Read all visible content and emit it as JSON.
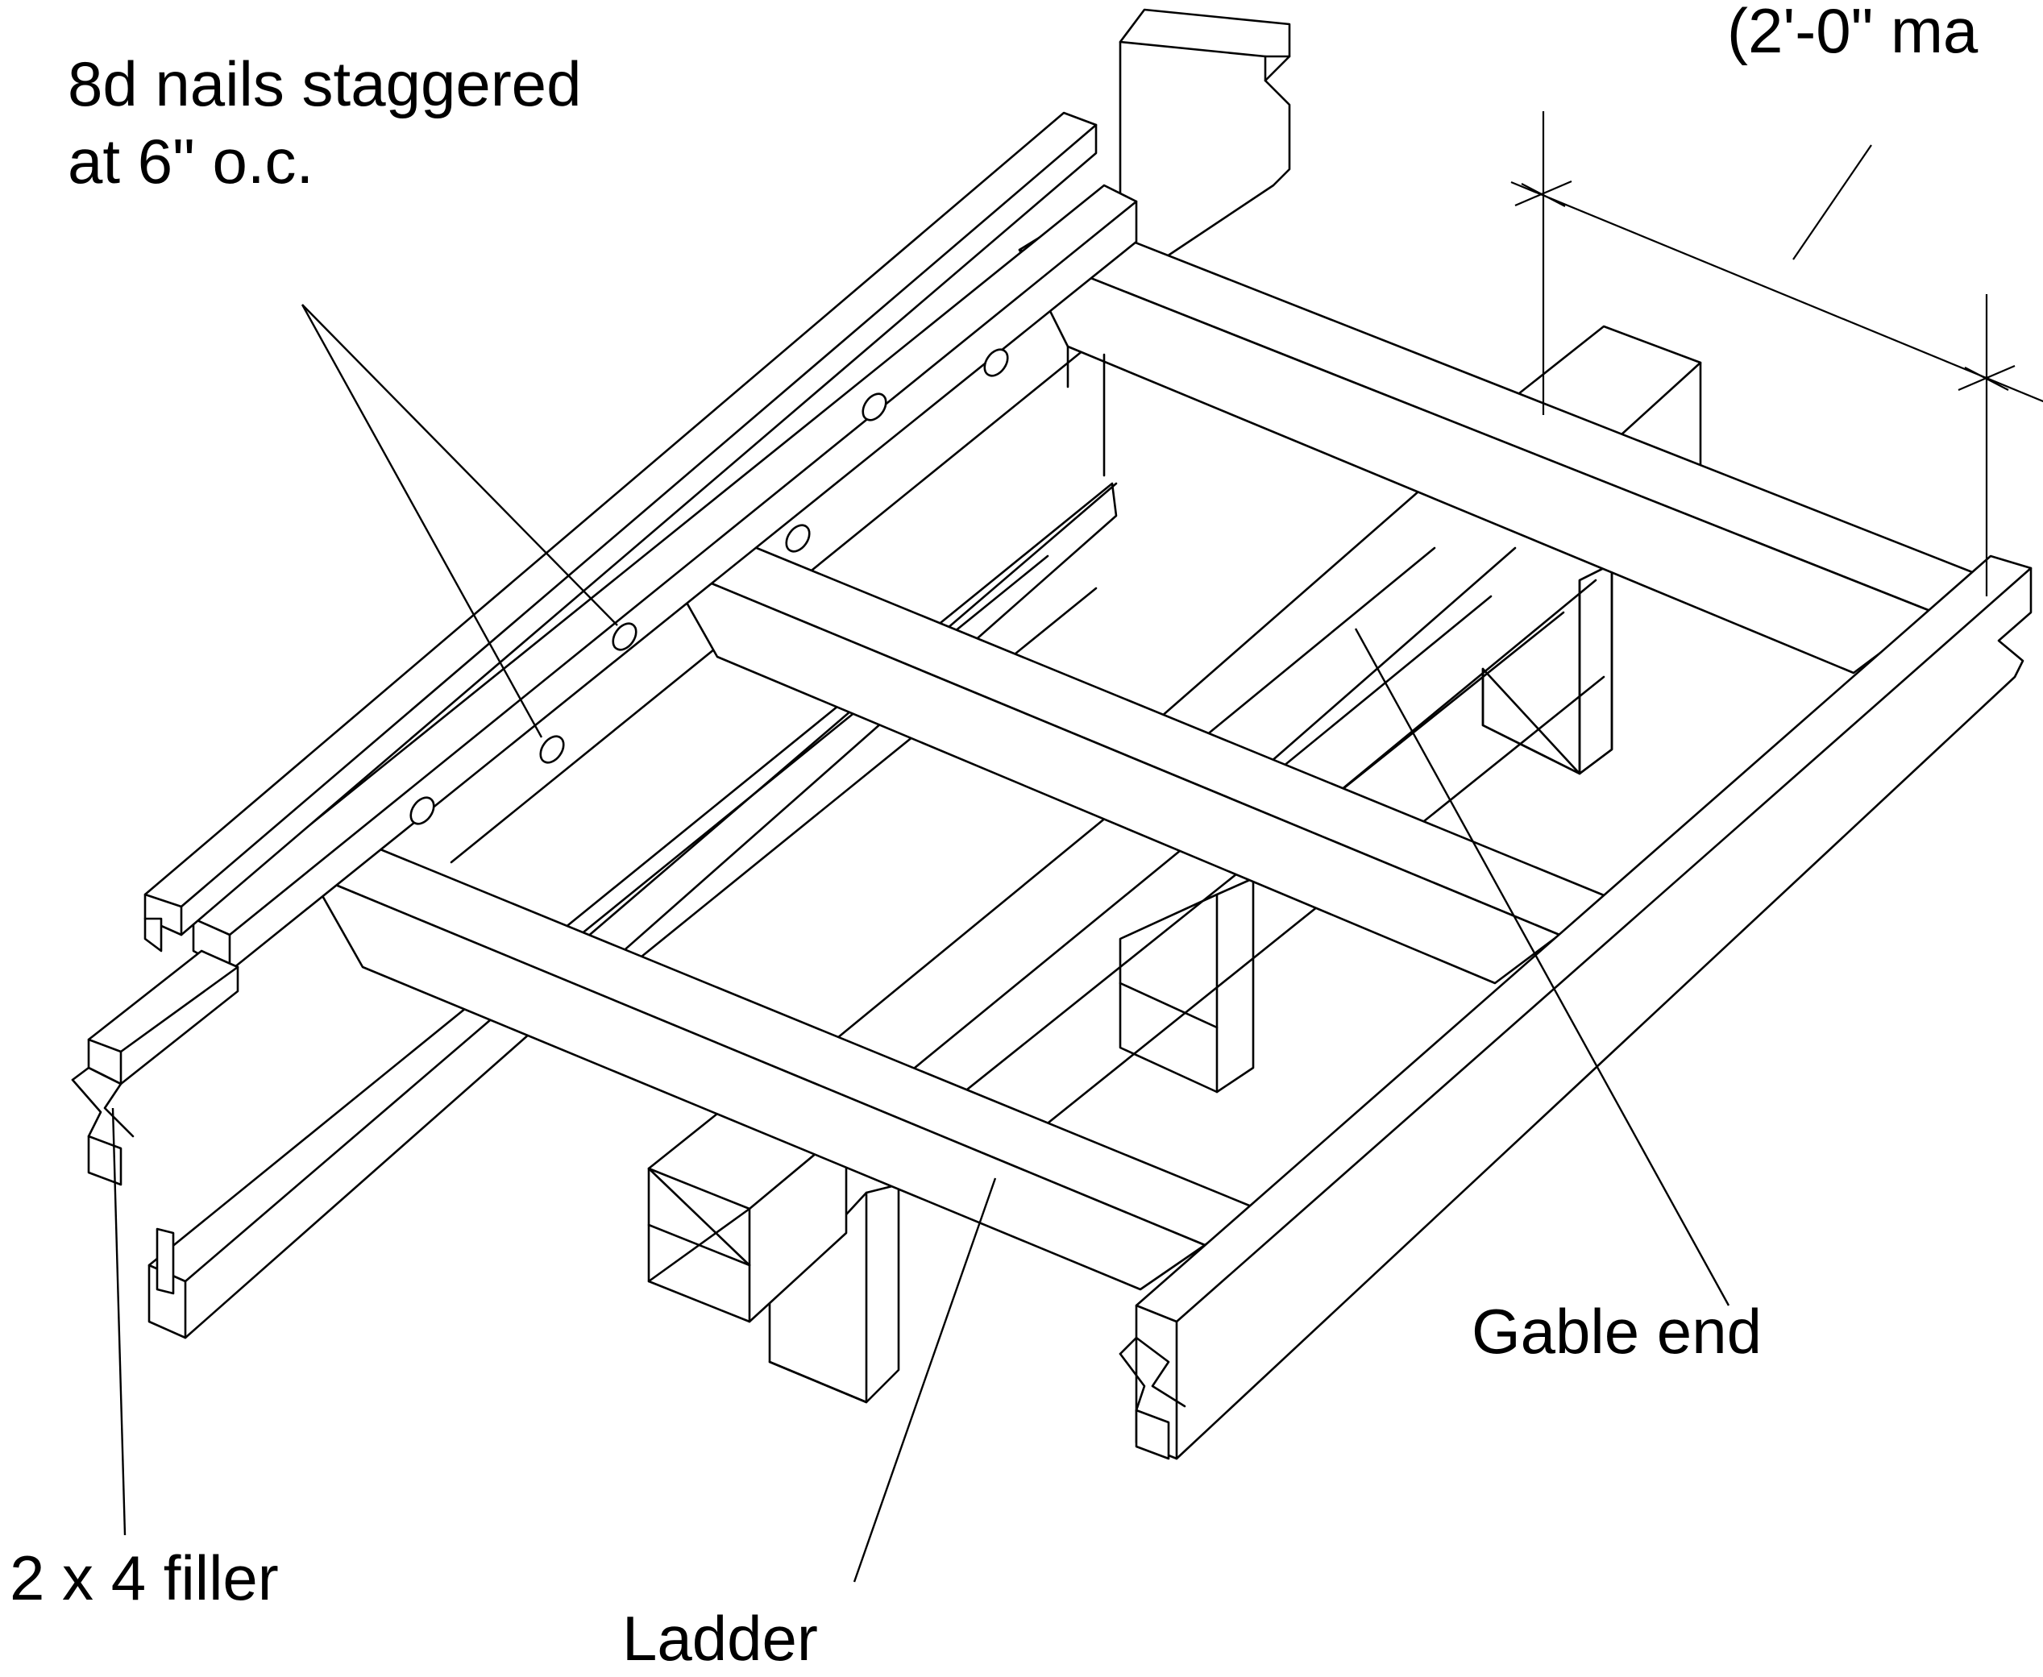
{
  "labels": {
    "nails_line1": "8d nails staggered",
    "nails_line2": "at 6\" o.c.",
    "spacing": "(2'-0\" ma",
    "gable_end": "Gable end",
    "filler": "2 x 4 filler",
    "ladder": "Ladder"
  },
  "colors": {
    "line": "#000000",
    "background": "#ffffff"
  }
}
